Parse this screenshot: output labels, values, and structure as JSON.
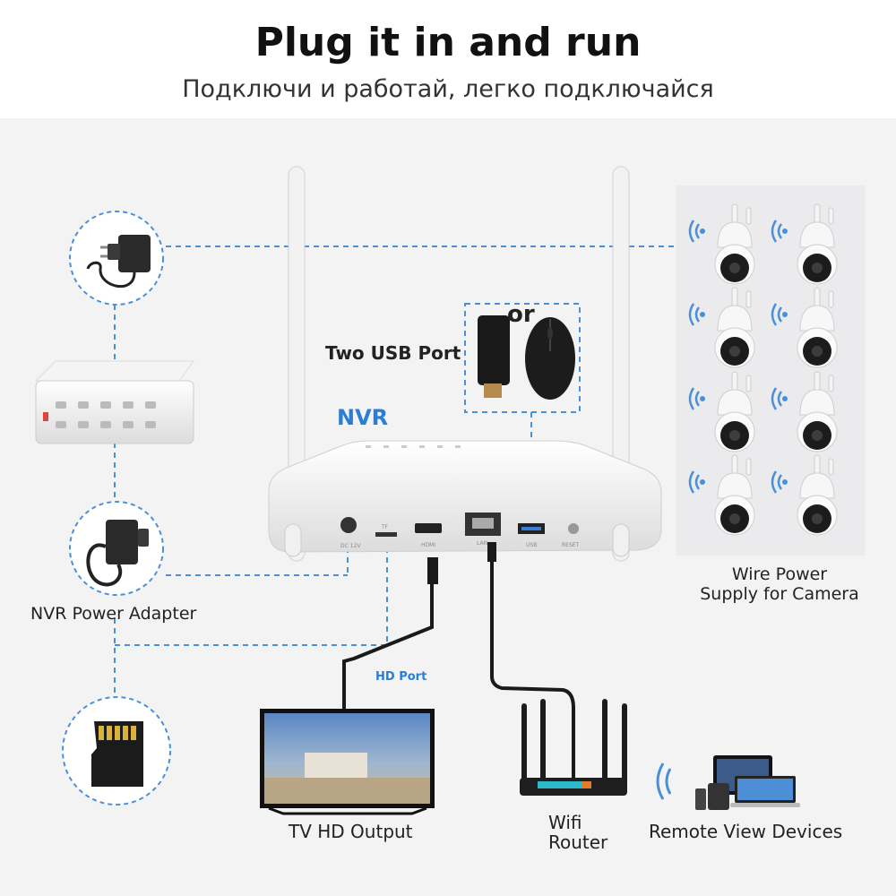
{
  "header": {
    "title": "Plug it in and run",
    "subtitle": "Подключи и работай, легко подключайся"
  },
  "nvr": {
    "label": "NVR",
    "ports": [
      "DC 12V",
      "TF",
      "HDMI",
      "LAN",
      "USB",
      "RESET"
    ]
  },
  "usb": {
    "label": "Two USB Port",
    "or_label": "or"
  },
  "cameras": {
    "label_line1": "Wire Power",
    "label_line2": "Supply for Camera",
    "count": 8
  },
  "left": {
    "adapter_label": "NVR Power Adapter"
  },
  "bottom": {
    "hd_port_label": "HD Port",
    "tv_label": "TV HD Output",
    "router_line1": "Wifi",
    "router_line2": "Router",
    "remote_label": "Remote View Devices"
  },
  "colors": {
    "accent_blue": "#2a7fd4",
    "dashed_line": "#4a90d9",
    "background": "#f3f3f4"
  }
}
